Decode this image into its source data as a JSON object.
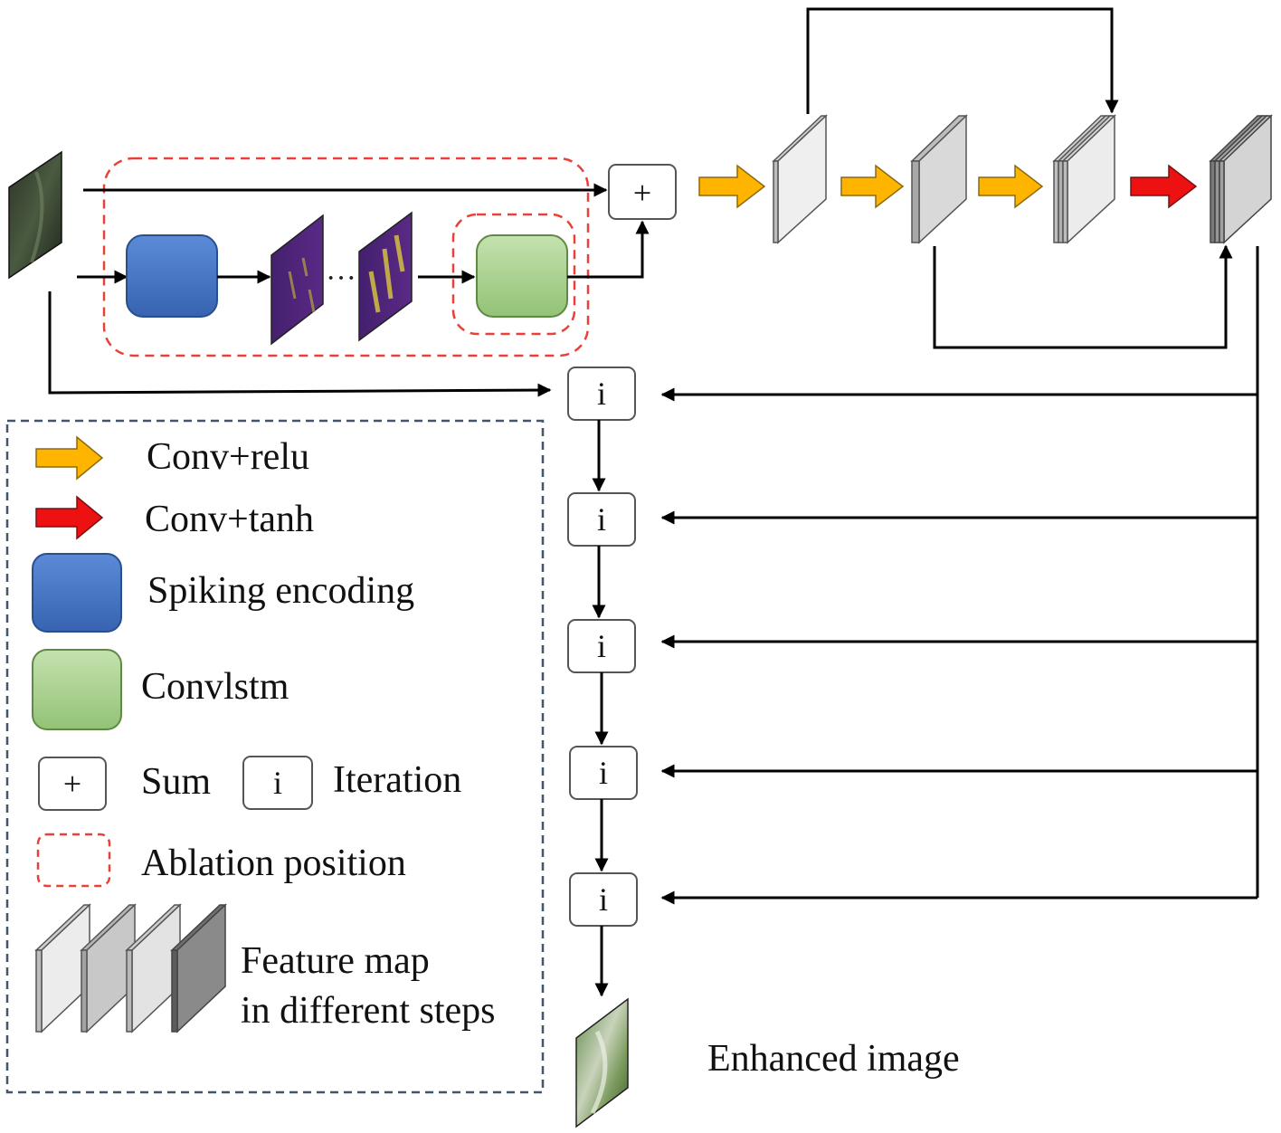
{
  "colors": {
    "conv_relu": "#FFB400",
    "conv_tanh": "#EE1111",
    "spiking_encoding": "#4472C4",
    "convlstm": "#A9D18E",
    "ablation_border": "#E8413A",
    "legend_border": "#44546A",
    "line": "#000000"
  },
  "pipeline": {
    "sum_symbol": "+",
    "iteration_symbol": "i",
    "ellipsis": "···",
    "iteration_count": 5,
    "output_label": "Enhanced image"
  },
  "legend": {
    "conv_relu": "Conv+relu",
    "conv_tanh": "Conv+tanh",
    "spiking_encoding": "Spiking encoding",
    "convlstm": "Convlstm",
    "sum_symbol": "+",
    "sum": "Sum",
    "iteration_symbol": "i",
    "iteration": "Iteration",
    "ablation_position": "Ablation position",
    "feature_map_line1": "Feature map",
    "feature_map_line2": "in different steps"
  }
}
